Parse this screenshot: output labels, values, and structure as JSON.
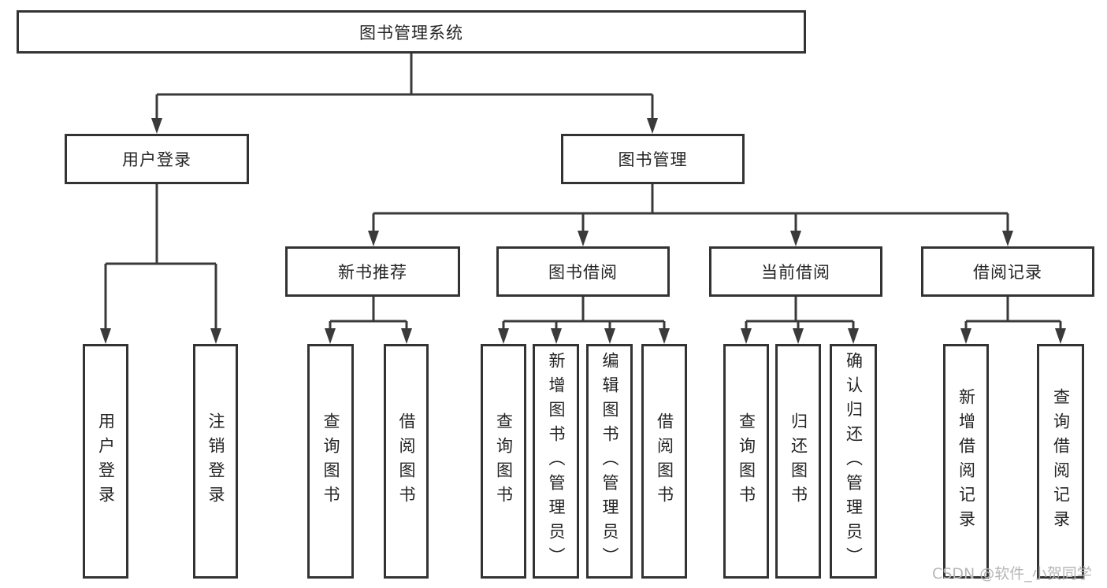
{
  "tree": {
    "label": "图书管理系统",
    "children": [
      {
        "label": "用户登录",
        "children": [
          {
            "label": "用户登录"
          },
          {
            "label": "注销登录"
          }
        ]
      },
      {
        "label": "图书管理",
        "children": [
          {
            "label": "新书推荐",
            "children": [
              {
                "label": "查询图书"
              },
              {
                "label": "借阅图书"
              }
            ]
          },
          {
            "label": "图书借阅",
            "children": [
              {
                "label": "查询图书"
              },
              {
                "label": "新增图书（管理员）"
              },
              {
                "label": "编辑图书（管理员）"
              },
              {
                "label": "借阅图书"
              }
            ]
          },
          {
            "label": "当前借阅",
            "children": [
              {
                "label": "查询图书"
              },
              {
                "label": "归还图书"
              },
              {
                "label": "确认归还（管理员）"
              }
            ]
          },
          {
            "label": "借阅记录",
            "children": [
              {
                "label": "新增借阅记录"
              },
              {
                "label": "查询借阅记录"
              }
            ]
          }
        ]
      }
    ]
  },
  "watermark": {
    "text": "CSDN @软件_小贺同学"
  },
  "colors": {
    "line": "#3a3a3a",
    "box_border": "#333333",
    "text": "#242424",
    "watermark": "#b6b6b6",
    "background": "#ffffff"
  }
}
